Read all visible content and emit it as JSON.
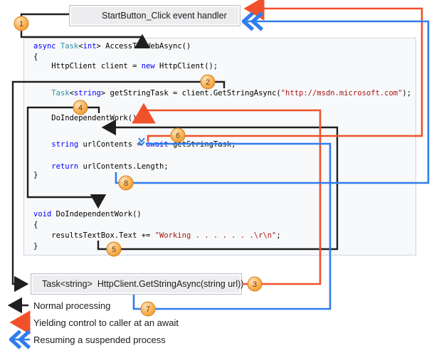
{
  "boxes": {
    "start_button": "StartButton_Click event handler",
    "get_string_async": "Task<string>  HttpClient.GetStringAsync(string url))"
  },
  "code_lines": [
    {
      "tokens": [
        {
          "c": "k",
          "t": "async"
        },
        {
          "c": "p",
          "t": " "
        },
        {
          "c": "t",
          "t": "Task"
        },
        {
          "c": "p",
          "t": "<"
        },
        {
          "c": "k",
          "t": "int"
        },
        {
          "c": "p",
          "t": "> AccessTheWebAsync()"
        }
      ]
    },
    {
      "tokens": [
        {
          "c": "p",
          "t": "{"
        }
      ]
    },
    {
      "tokens": [
        {
          "c": "p",
          "t": "    HttpClient client = "
        },
        {
          "c": "k",
          "t": "new"
        },
        {
          "c": "p",
          "t": " HttpClient();"
        }
      ]
    },
    {
      "tokens": [
        {
          "c": "p",
          "t": "    "
        },
        {
          "c": "t",
          "t": "Task"
        },
        {
          "c": "p",
          "t": "<"
        },
        {
          "c": "k",
          "t": "string"
        },
        {
          "c": "p",
          "t": "> getStringTask = client.GetStringAsync("
        },
        {
          "c": "s",
          "t": "\"http://msdn.microsoft.com\""
        },
        {
          "c": "p",
          "t": ");"
        }
      ]
    },
    {
      "tokens": [
        {
          "c": "p",
          "t": "    DoIndependentWork();"
        }
      ]
    },
    {
      "tokens": [
        {
          "c": "p",
          "t": "    "
        },
        {
          "c": "k",
          "t": "string"
        },
        {
          "c": "p",
          "t": " urlContents = "
        },
        {
          "c": "k",
          "t": "await"
        },
        {
          "c": "p",
          "t": " getStringTask;"
        }
      ]
    },
    {
      "tokens": [
        {
          "c": "p",
          "t": "    "
        },
        {
          "c": "k",
          "t": "return"
        },
        {
          "c": "p",
          "t": " urlContents.Length;"
        }
      ]
    },
    {
      "tokens": [
        {
          "c": "p",
          "t": "}"
        }
      ]
    },
    {
      "tokens": [
        {
          "c": "k",
          "t": "void"
        },
        {
          "c": "p",
          "t": " DoIndependentWork()"
        }
      ]
    },
    {
      "tokens": [
        {
          "c": "p",
          "t": "{"
        }
      ]
    },
    {
      "tokens": [
        {
          "c": "p",
          "t": "    resultsTextBox.Text += "
        },
        {
          "c": "s",
          "t": "\"Working . . . . . . .\\r\\n\""
        },
        {
          "c": "p",
          "t": ";"
        }
      ]
    },
    {
      "tokens": [
        {
          "c": "p",
          "t": "}"
        }
      ]
    }
  ],
  "steps": [
    {
      "n": "1"
    },
    {
      "n": "2"
    },
    {
      "n": "3"
    },
    {
      "n": "4"
    },
    {
      "n": "5"
    },
    {
      "n": "6"
    },
    {
      "n": "7"
    },
    {
      "n": "8"
    }
  ],
  "legend": {
    "items": [
      {
        "label": "Normal processing",
        "type": "normal"
      },
      {
        "label": "Yielding control to caller at an await",
        "type": "yield"
      },
      {
        "label": "Resuming a suspended process",
        "type": "resume"
      }
    ]
  },
  "colors": {
    "flow_normal": "#1f1f1f",
    "flow_yield": "#f1512a",
    "flow_resume": "#2f7ded",
    "badge_fill": "#f6a630",
    "badge_number": "#6b3a05",
    "keyword": "#0000ff",
    "type_name": "#2b91af",
    "string_literal": "#a31515"
  }
}
